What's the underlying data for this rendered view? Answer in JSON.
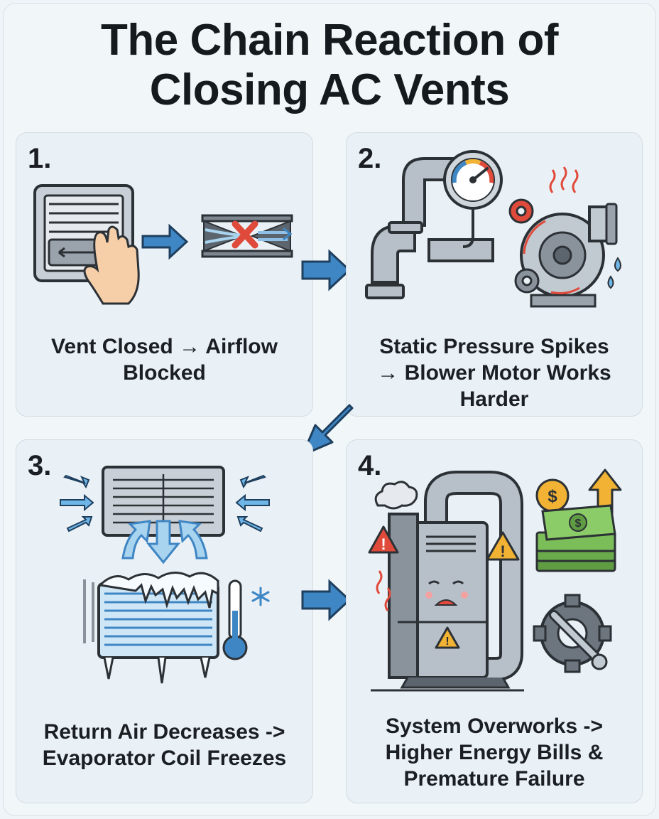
{
  "title_line1": "The Chain Reaction of",
  "title_line2": "Closing AC Vents",
  "steps": [
    {
      "number": "1.",
      "caption_line1": "Vent Closed → Airflow",
      "caption_line2": "Blocked",
      "caption_line3": ""
    },
    {
      "number": "2.",
      "caption_line1": "Static Pressure Spikes",
      "caption_line2": "→ Blower Motor Works",
      "caption_line3": "Harder"
    },
    {
      "number": "3.",
      "caption_line1": "Return Air Decreases ->",
      "caption_line2": "Evaporator Coil Freezes",
      "caption_line3": ""
    },
    {
      "number": "4.",
      "caption_line1": "System Overworks ->",
      "caption_line2": "Higher Energy Bills &",
      "caption_line3": "Premature Failure"
    }
  ],
  "icons": {
    "dollar_symbol": "$",
    "warning_symbol": "!"
  },
  "colors": {
    "arrow_blue": "#3f86c4",
    "alert_red": "#e04a3a",
    "ice_blue": "#a9d4ef",
    "money_green": "#6aaa4a",
    "gold": "#f2b233"
  }
}
